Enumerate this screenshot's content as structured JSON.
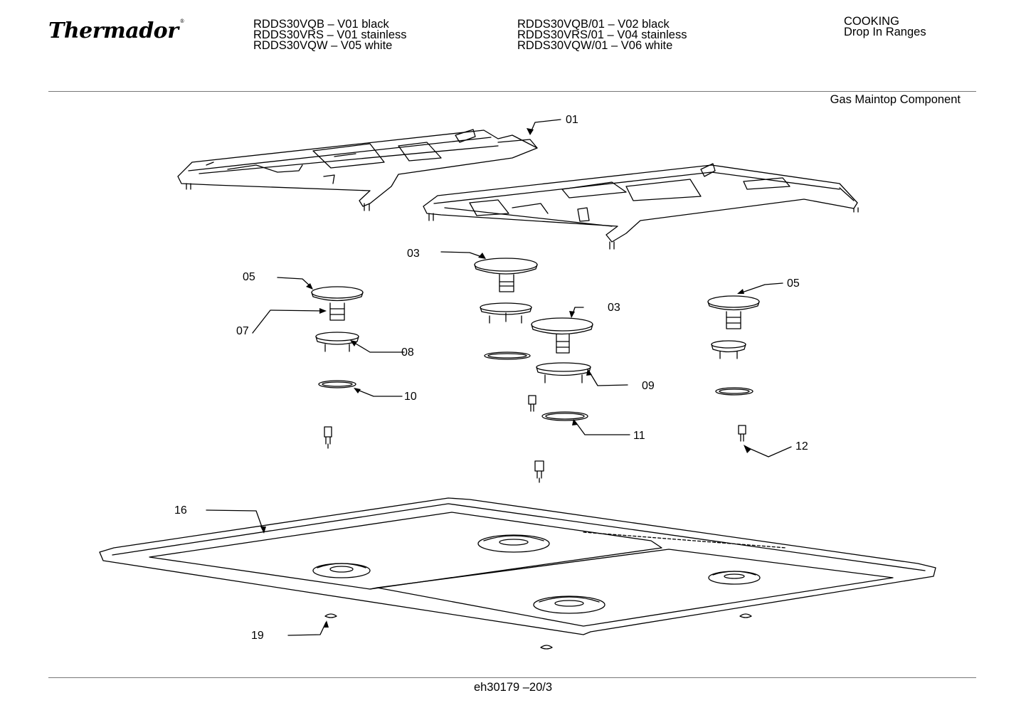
{
  "brand": {
    "logo_text": "Thermador",
    "trademark": "®"
  },
  "models": {
    "left": [
      "RDDS30VQB – V01 black",
      "RDDS30VRS – V01 stainless",
      "RDDS30VQW – V05 white"
    ],
    "right": [
      "RDDS30VQB/01 – V02 black",
      "RDDS30VRS/01 – V04 stainless",
      "RDDS30VQW/01 – V06 white"
    ]
  },
  "category": {
    "line1": "COOKING",
    "line2": "Drop In Ranges"
  },
  "section_title": "Gas Maintop Component",
  "callouts": {
    "c01": "01",
    "c03a": "03",
    "c03b": "03",
    "c05a": "05",
    "c05b": "05",
    "c07": "07",
    "c08": "08",
    "c09": "09",
    "c10": "10",
    "c11": "11",
    "c12": "12",
    "c16": "16",
    "c19": "19"
  },
  "footer_code": "eh30179 –20/3"
}
